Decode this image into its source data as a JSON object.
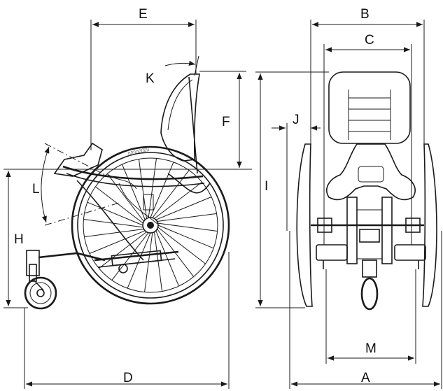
{
  "dimensions": {
    "A": "A",
    "B": "B",
    "C": "C",
    "D": "D",
    "E": "E",
    "F": "F",
    "H": "H",
    "I": "I",
    "J": "J",
    "K": "K",
    "L": "L",
    "M": "M"
  },
  "colors": {
    "ink": "#1a1a1a",
    "background": "#ffffff",
    "seat_fill": "#f2f2f2"
  }
}
